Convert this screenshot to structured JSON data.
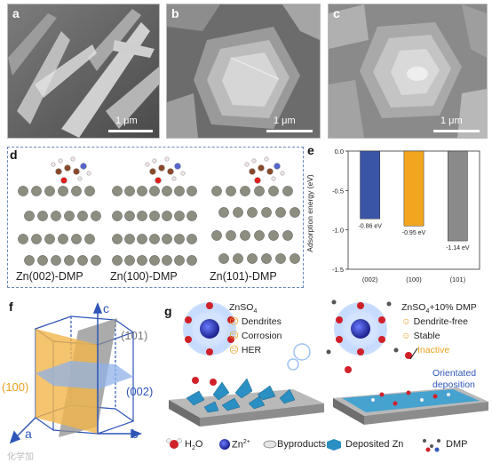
{
  "panels": {
    "a": {
      "label": "a",
      "scale": "1 μm"
    },
    "b": {
      "label": "b",
      "scale": "1 μm"
    },
    "c": {
      "label": "c",
      "scale": "1 μm"
    },
    "d": {
      "label": "d",
      "slabs": [
        "Zn(002)-DMP",
        "Zn(100)-DMP",
        "Zn(101)-DMP"
      ]
    },
    "e": {
      "label": "e"
    },
    "f": {
      "label": "f",
      "planes": {
        "p101": "(101)",
        "p100": "(100)",
        "p002": "(002)"
      },
      "axes": {
        "a": "a",
        "b": "b",
        "c": "c"
      }
    },
    "g": {
      "label": "g",
      "left": {
        "electrolyte_base": "ZnSO",
        "electrolyte_sub": "4",
        "items": [
          "Dendrites",
          "Corrosion",
          "HER"
        ]
      },
      "right": {
        "electrolyte_base": "ZnSO",
        "electrolyte_sub": "4",
        "electrolyte_suffix": "+10% DMP",
        "items": [
          "Dendrite-free",
          "Stable"
        ],
        "inactive": "Inactive",
        "orientated": [
          "Orientated",
          "deposition"
        ]
      },
      "legend": {
        "water_base": "H",
        "water_sub": "2",
        "water_suffix": "O",
        "zn_base": "Zn",
        "zn_sup": "2+",
        "byproducts": "Byproducts",
        "deposited": "Deposited Zn",
        "dmp": "DMP"
      }
    }
  },
  "chart_data": {
    "type": "bar",
    "categories": [
      "(002)",
      "(100)",
      "(101)"
    ],
    "values": [
      -0.86,
      -0.95,
      -1.14
    ],
    "data_labels": [
      "-0.86 eV",
      "-0.95 eV",
      "-1.14 eV"
    ],
    "ylabel": "Adsorption energy (eV)",
    "ylim": [
      -1.5,
      0
    ],
    "yticks": [
      "0.0",
      "-0.5",
      "-1.0",
      "-1.5"
    ],
    "colors": [
      "#3a54a6",
      "#f2a51e",
      "#8a8a8a"
    ]
  },
  "watermark": "化学加"
}
